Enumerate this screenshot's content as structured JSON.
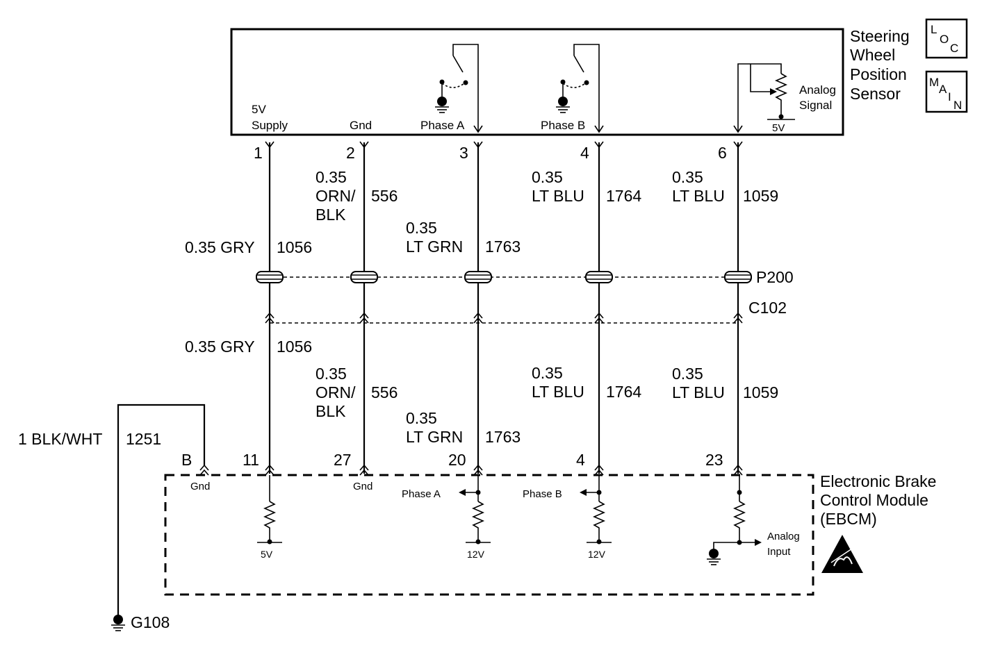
{
  "sensor": {
    "title": [
      "Steering",
      "Wheel",
      "Position",
      "Sensor"
    ],
    "pins": {
      "supply": [
        "5V",
        "Supply"
      ],
      "gnd": "Gnd",
      "phase_a": "Phase A",
      "phase_b": "Phase B",
      "analog": [
        "Analog",
        "Signal"
      ],
      "analog_ref": "5V"
    }
  },
  "badges": {
    "loc": [
      "L",
      "O",
      "C"
    ],
    "main": [
      "M",
      "A",
      "I",
      "N"
    ]
  },
  "connectors": {
    "upper": "P200",
    "lower": "C102"
  },
  "circuits": [
    {
      "id": "c1056",
      "sensor_pin": "1",
      "wire_top": [
        "0.35 GRY"
      ],
      "wire_bottom": [
        "0.35 GRY"
      ],
      "circuit": "1056",
      "ebcm_pin": "11"
    },
    {
      "id": "c556",
      "sensor_pin": "2",
      "wire_top": [
        "0.35",
        "ORN/",
        "BLK"
      ],
      "wire_bottom": [
        "0.35",
        "ORN/",
        "BLK"
      ],
      "circuit": "556",
      "ebcm_pin": "27"
    },
    {
      "id": "c1763",
      "sensor_pin": "3",
      "wire_top": [
        "0.35",
        "LT GRN"
      ],
      "wire_bottom": [
        "0.35",
        "LT GRN"
      ],
      "circuit": "1763",
      "ebcm_pin": "20"
    },
    {
      "id": "c1764",
      "sensor_pin": "4",
      "wire_top": [
        "0.35",
        "LT BLU"
      ],
      "wire_bottom": [
        "0.35",
        "LT BLU"
      ],
      "circuit": "1764",
      "ebcm_pin": "4"
    },
    {
      "id": "c1059",
      "sensor_pin": "6",
      "wire_top": [
        "0.35",
        "LT BLU"
      ],
      "wire_bottom": [
        "0.35",
        "LT BLU"
      ],
      "circuit": "1059",
      "ebcm_pin": "23"
    }
  ],
  "ground": {
    "wire": "1 BLK/WHT",
    "circuit": "1251",
    "ebcm_pin": "B",
    "location": "G108"
  },
  "ebcm": {
    "title": [
      "Electronic Brake",
      "Control Module",
      "(EBCM)"
    ],
    "labels": {
      "gnd_b": "Gnd",
      "gnd_27": "Gnd",
      "ref_11": "5V",
      "phase_a": "Phase A",
      "ref_20": "12V",
      "phase_b": "Phase B",
      "ref_4": "12V",
      "analog": [
        "Analog",
        "Input"
      ]
    }
  }
}
